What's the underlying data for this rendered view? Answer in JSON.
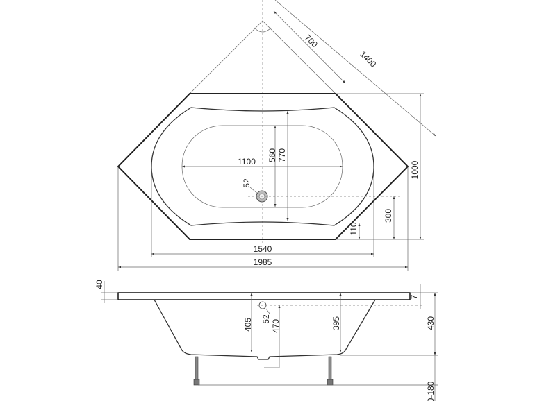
{
  "top_view": {
    "dims": {
      "d700": "700",
      "d1400": "1400",
      "d1000": "1000",
      "d1100": "1100",
      "d560": "560",
      "d770": "770",
      "d52": "52",
      "d300": "300",
      "d110": "110",
      "d1540": "1540",
      "d1985": "1985"
    }
  },
  "side_view": {
    "dims": {
      "d40": "40",
      "d7": "7",
      "d405": "405",
      "d52": "52",
      "d470": "470",
      "d395": "395",
      "d430": "430",
      "d_legs": "0-180"
    }
  }
}
